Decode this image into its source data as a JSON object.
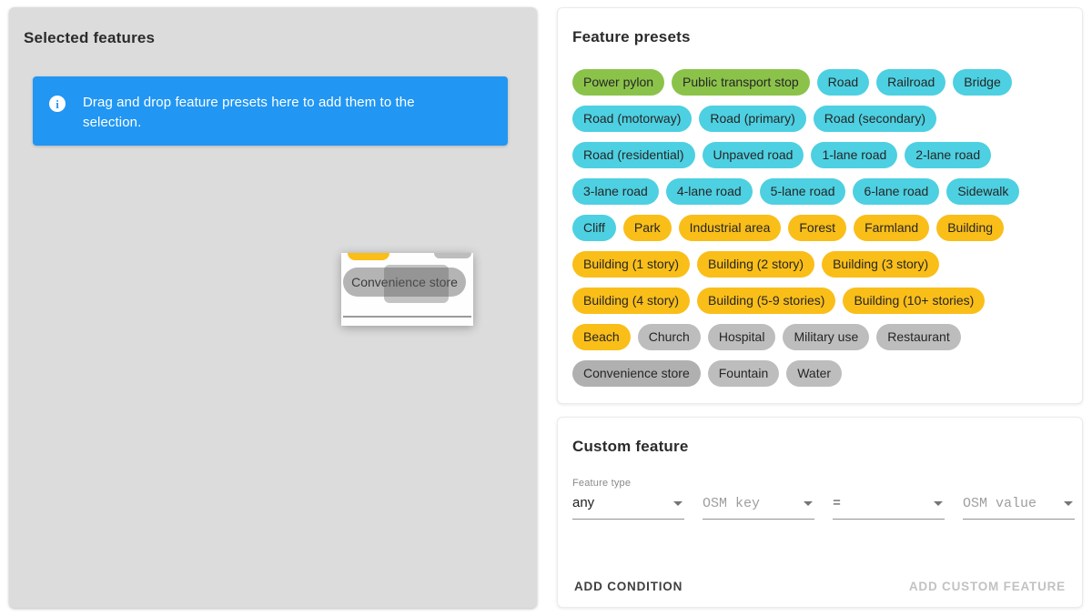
{
  "selected_panel": {
    "title": "Selected features",
    "info_banner": {
      "text": "Drag and drop feature presets here to add them to the selection.",
      "color": "#2196f3"
    }
  },
  "drag_ghost": {
    "chip_label": "Convenience store"
  },
  "presets_panel": {
    "title": "Feature presets",
    "colors": {
      "green": "#8bc34a",
      "cyan": "#4dd0e1",
      "yellow": "#fabe19",
      "gray": "#bdbdbd",
      "gray_active": "#b0b0b0"
    },
    "rows": [
      [
        {
          "label": "Power pylon",
          "color": "green"
        },
        {
          "label": "Public transport stop",
          "color": "green"
        },
        {
          "label": "Road",
          "color": "cyan"
        },
        {
          "label": "Railroad",
          "color": "cyan"
        },
        {
          "label": "Bridge",
          "color": "cyan"
        }
      ],
      [
        {
          "label": "Road (motorway)",
          "color": "cyan"
        },
        {
          "label": "Road (primary)",
          "color": "cyan"
        },
        {
          "label": "Road (secondary)",
          "color": "cyan"
        }
      ],
      [
        {
          "label": "Road (residential)",
          "color": "cyan"
        },
        {
          "label": "Unpaved road",
          "color": "cyan"
        },
        {
          "label": "1-lane road",
          "color": "cyan"
        },
        {
          "label": "2-lane road",
          "color": "cyan"
        }
      ],
      [
        {
          "label": "3-lane road",
          "color": "cyan"
        },
        {
          "label": "4-lane road",
          "color": "cyan"
        },
        {
          "label": "5-lane road",
          "color": "cyan"
        },
        {
          "label": "6-lane road",
          "color": "cyan"
        },
        {
          "label": "Sidewalk",
          "color": "cyan"
        }
      ],
      [
        {
          "label": "Cliff",
          "color": "cyan"
        },
        {
          "label": "Park",
          "color": "yellow"
        },
        {
          "label": "Industrial area",
          "color": "yellow"
        },
        {
          "label": "Forest",
          "color": "yellow"
        },
        {
          "label": "Farmland",
          "color": "yellow"
        },
        {
          "label": "Building",
          "color": "yellow"
        }
      ],
      [
        {
          "label": "Building (1 story)",
          "color": "yellow"
        },
        {
          "label": "Building (2 story)",
          "color": "yellow"
        },
        {
          "label": "Building (3 story)",
          "color": "yellow"
        }
      ],
      [
        {
          "label": "Building (4 story)",
          "color": "yellow"
        },
        {
          "label": "Building (5-9 stories)",
          "color": "yellow"
        },
        {
          "label": "Building (10+ stories)",
          "color": "yellow"
        }
      ],
      [
        {
          "label": "Beach",
          "color": "yellow"
        },
        {
          "label": "Church",
          "color": "gray"
        },
        {
          "label": "Hospital",
          "color": "gray"
        },
        {
          "label": "Military use",
          "color": "gray"
        },
        {
          "label": "Restaurant",
          "color": "gray"
        }
      ],
      [
        {
          "label": "Convenience store",
          "color": "gray_active"
        },
        {
          "label": "Fountain",
          "color": "gray"
        },
        {
          "label": "Water",
          "color": "gray"
        }
      ]
    ]
  },
  "custom_panel": {
    "title": "Custom feature",
    "feature_type_label": "Feature type",
    "fields": [
      {
        "value": "any",
        "style": "sans-value",
        "name": "feature-type-select"
      },
      {
        "value": "OSM key",
        "style": "mono-placeholder",
        "name": "osm-key-select"
      },
      {
        "value": "=",
        "style": "mono-value",
        "name": "operator-select"
      },
      {
        "value": "OSM value",
        "style": "mono-placeholder",
        "name": "osm-value-select"
      }
    ],
    "add_condition_label": "ADD CONDITION",
    "add_custom_feature_label": "ADD CUSTOM FEATURE"
  }
}
